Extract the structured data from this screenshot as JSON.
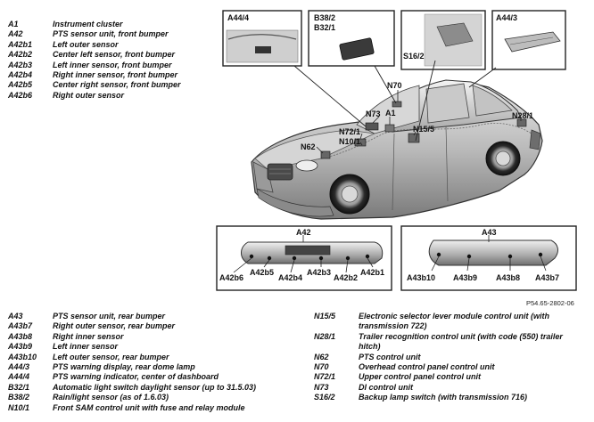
{
  "legend_top": [
    {
      "code": "A1",
      "desc": "Instrument cluster"
    },
    {
      "code": "A42",
      "desc": "PTS sensor unit, front bumper"
    },
    {
      "code": "A42b1",
      "desc": "Left outer sensor"
    },
    {
      "code": "A42b2",
      "desc": "Center left sensor, front bumper"
    },
    {
      "code": "A42b3",
      "desc": "Left inner sensor, front bumper"
    },
    {
      "code": "A42b4",
      "desc": "Right inner sensor, front bumper"
    },
    {
      "code": "A42b5",
      "desc": "Center right sensor, front bumper"
    },
    {
      "code": "A42b6",
      "desc": "Right outer sensor"
    }
  ],
  "legend_bottom_left": [
    {
      "code": "A43",
      "desc": "PTS sensor unit, rear bumper"
    },
    {
      "code": "A43b7",
      "desc": "Right outer sensor, rear bumper"
    },
    {
      "code": "A43b8",
      "desc": "Right inner sensor"
    },
    {
      "code": "A43b9",
      "desc": "Left inner sensor"
    },
    {
      "code": "A43b10",
      "desc": "Left outer sensor, rear bumper"
    },
    {
      "code": "A44/3",
      "desc": "PTS warning display, rear dome lamp"
    },
    {
      "code": "A44/4",
      "desc": "PTS warning indicator, center of dashboard"
    },
    {
      "code": "B32/1",
      "desc": "Automatic light switch daylight sensor (up to 31.5.03)"
    },
    {
      "code": "B38/2",
      "desc": "Rain/light sensor (as of 1.6.03)"
    },
    {
      "code": "N10/1",
      "desc": "Front SAM control unit with fuse and relay module"
    }
  ],
  "legend_bottom_right": [
    {
      "code": "N15/5",
      "desc": "Electronic selector lever module control unit (with transmission 722)"
    },
    {
      "code": "N28/1",
      "desc": "Trailer recognition control unit (with code (550) trailer hitch)"
    },
    {
      "code": "N62",
      "desc": "PTS control unit"
    },
    {
      "code": "N70",
      "desc": "Overhead control panel control unit"
    },
    {
      "code": "N72/1",
      "desc": "Upper control panel control unit"
    },
    {
      "code": "N73",
      "desc": "DI control unit"
    },
    {
      "code": "S16/2",
      "desc": "Backup lamp switch (with transmission 716)"
    }
  ],
  "insets": {
    "a44_4": "A44/4",
    "b38_2": "B38/2",
    "b32_1": "B32/1",
    "s16_2": "S16/2",
    "a44_3": "A44/3",
    "a42": "A42",
    "a43": "A43"
  },
  "car_labels": {
    "n70": "N70",
    "n73": "N73",
    "a1": "A1",
    "n72_1": "N72/1",
    "n10_1": "N10/1",
    "n62": "N62",
    "n15_5": "N15/5",
    "n28_1": "N28/1"
  },
  "front_bumper_labels": {
    "b6": "A42b6",
    "b5": "A42b5",
    "b4": "A42b4",
    "b3": "A42b3",
    "b2": "A42b2",
    "b1": "A42b1"
  },
  "rear_bumper_labels": {
    "b10": "A43b10",
    "b9": "A43b9",
    "b8": "A43b8",
    "b7": "A43b7"
  },
  "reference_code": "P54.65-2802-06"
}
